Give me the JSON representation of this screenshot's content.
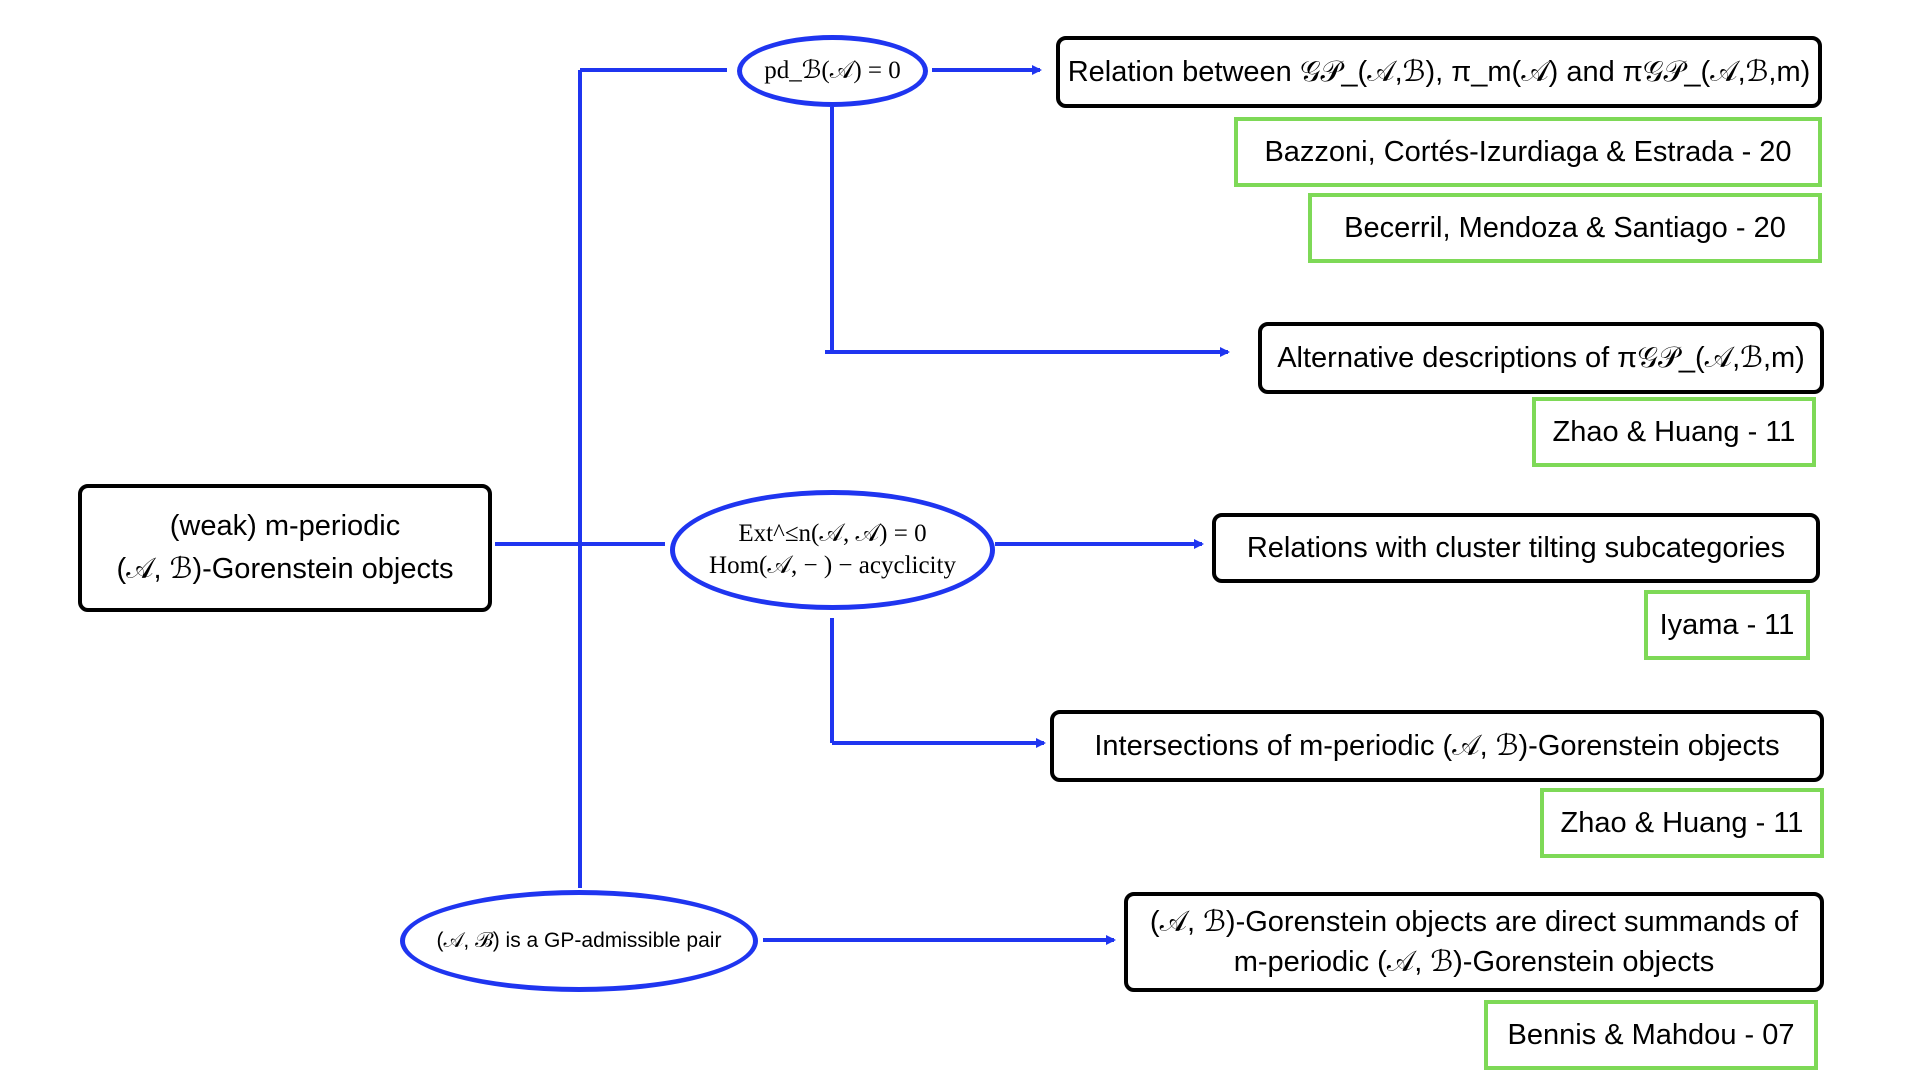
{
  "root": {
    "line1": "(weak) m-periodic",
    "line2": "(𝒜, ℬ)-Gorenstein objects"
  },
  "conditions": {
    "pd": "pd_ℬ(𝒜) = 0",
    "ext_line1": "Ext^≤n(𝒜, 𝒜) = 0",
    "ext_line2": "Hom(𝒜, − ) − acyclicity",
    "gp": "(𝒜, ℬ) is a GP-admissible pair"
  },
  "results": [
    {
      "text": "Relation between 𝒢𝒫_(𝒜,ℬ), π_m(𝒜) and π𝒢𝒫_(𝒜,ℬ,m)",
      "refs": [
        "Bazzoni, Cortés-Izurdiaga & Estrada - 20",
        "Becerril, Mendoza & Santiago - 20"
      ]
    },
    {
      "text": "Alternative descriptions of π𝒢𝒫_(𝒜,ℬ,m)",
      "refs": [
        "Zhao & Huang - 11"
      ]
    },
    {
      "text": "Relations with cluster tilting subcategories",
      "refs": [
        "Iyama - 11"
      ]
    },
    {
      "text": "Intersections of m-periodic (𝒜, ℬ)-Gorenstein objects",
      "refs": [
        "Zhao & Huang - 11"
      ]
    },
    {
      "text": "(𝒜, ℬ)-Gorenstein objects are direct summands of m-periodic (𝒜, ℬ)-Gorenstein objects",
      "refs": [
        "Bennis & Mahdou - 07"
      ]
    }
  ],
  "colors": {
    "connector": "#1f35f0",
    "ref_border": "#7ed957",
    "box_border": "#000000"
  }
}
